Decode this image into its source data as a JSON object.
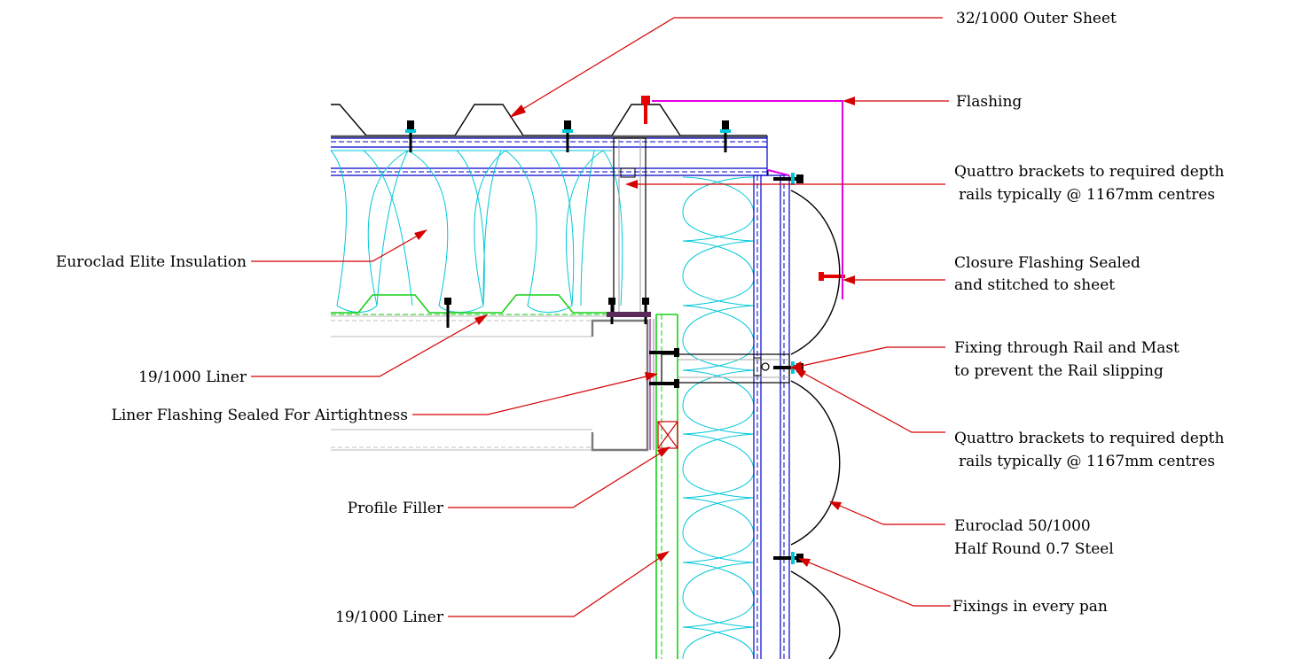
{
  "labels": {
    "outer_sheet": "32/1000 Outer Sheet",
    "flashing": "Flashing",
    "quattro_1a": "Quattro brackets to required depth",
    "quattro_1b": "rails typically @ 1167mm centres",
    "closure_a": "Closure Flashing Sealed",
    "closure_b": "and stitched to sheet",
    "fixing_rail_a": "Fixing through Rail and Mast",
    "fixing_rail_b": "to prevent the Rail slipping",
    "quattro_2a": "Quattro brackets to required depth",
    "quattro_2b": "rails typically @ 1167mm centres",
    "euroclad_a": "Euroclad 50/1000",
    "euroclad_b": "Half Round 0.7 Steel",
    "fixings_pan": "Fixings in every pan",
    "elite_insulation": "Euroclad Elite Insulation",
    "liner_top": "19/1000 Liner",
    "liner_flashing": "Liner Flashing Sealed For Airtightness",
    "profile_filler": "Profile Filler",
    "liner_bottom": "19/1000 Liner"
  },
  "colors": {
    "leader": "#d40000",
    "rail": "#0000cc",
    "insulation": "#00c8d8",
    "liner": "#16d016",
    "flashing": "#e600e6"
  }
}
